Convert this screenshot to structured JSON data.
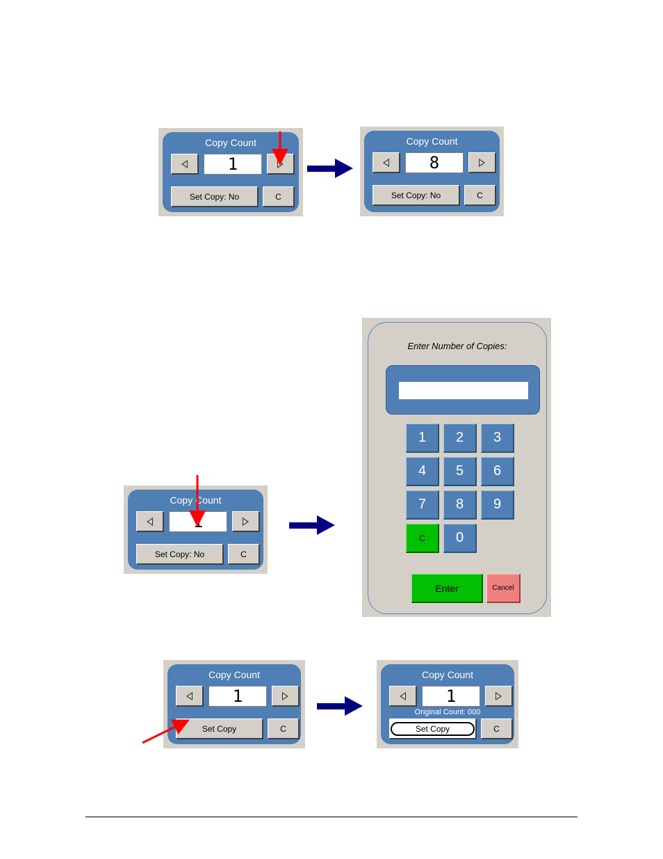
{
  "widget_a": {
    "title": "Copy Count",
    "value": "1",
    "set_copy_label": "Set Copy: No",
    "clear_label": "C"
  },
  "widget_b": {
    "title": "Copy Count",
    "value": "8",
    "set_copy_label": "Set Copy: No",
    "clear_label": "C"
  },
  "widget_c": {
    "title": "Copy Count",
    "value": "1",
    "set_copy_label": "Set Copy: No",
    "clear_label": "C"
  },
  "keypad": {
    "title": "Enter Number of Copies:",
    "input_value": "",
    "keys": [
      "1",
      "2",
      "3",
      "4",
      "5",
      "6",
      "7",
      "8",
      "9",
      "C",
      "0"
    ],
    "enter_label": "Enter",
    "cancel_label": "Cancel",
    "colors": {
      "accent": "#4f7fb5",
      "enter": "#00c000",
      "cancel": "#f08080"
    }
  },
  "widget_d": {
    "title": "Copy Count",
    "value": "1",
    "set_copy_label": "Set Copy",
    "clear_label": "C"
  },
  "widget_e": {
    "title": "Copy Count",
    "value": "1",
    "original_count": "Original Count: 000",
    "set_copy_label": "Set Copy",
    "clear_label": "C"
  },
  "icons": {
    "left": "left-triangle-icon",
    "right": "right-triangle-icon"
  },
  "annotation_colors": {
    "pointer": "#ff0000",
    "flow_arrow": "#000080"
  }
}
